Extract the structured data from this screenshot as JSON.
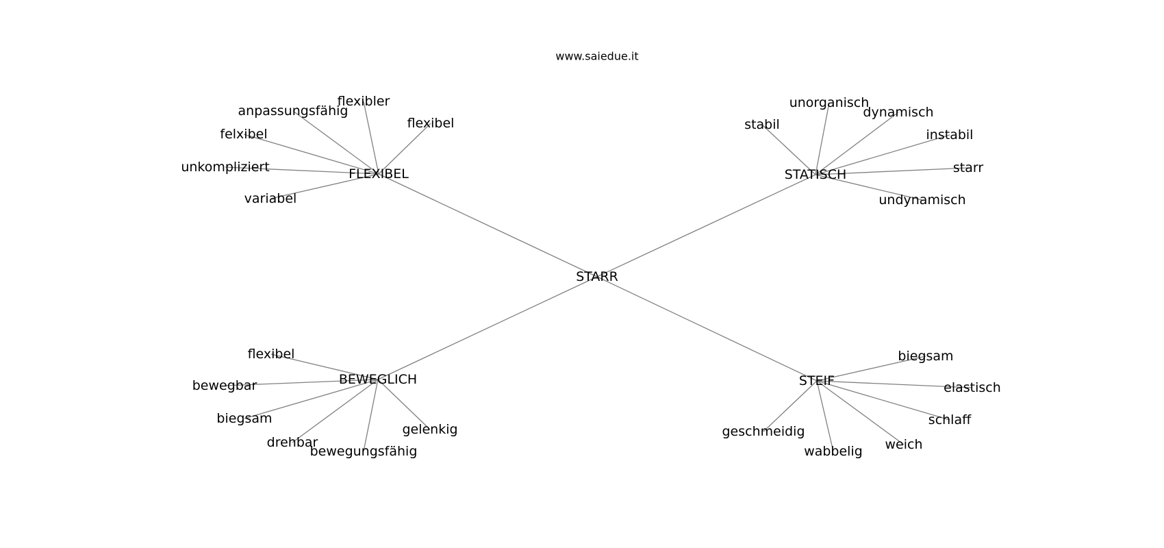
{
  "title": "www.saiedue.it",
  "center": "STARR",
  "groups": [
    {
      "hub": "FLEXIBEL",
      "leaves": [
        "flexibel",
        "flexibler",
        "anpassungsfähig",
        "felxibel",
        "unkompliziert",
        "variabel"
      ]
    },
    {
      "hub": "STATISCH",
      "leaves": [
        "stabil",
        "unorganisch",
        "dynamisch",
        "instabil",
        "starr",
        "undynamisch"
      ]
    },
    {
      "hub": "BEWEGLICH",
      "leaves": [
        "flexibel",
        "bewegbar",
        "biegsam",
        "drehbar",
        "bewegungsfähig",
        "gelenkig"
      ]
    },
    {
      "hub": "STEIF",
      "leaves": [
        "biegsam",
        "elastisch",
        "schlaff",
        "weich",
        "wabbelig",
        "geschmeidig"
      ]
    }
  ]
}
